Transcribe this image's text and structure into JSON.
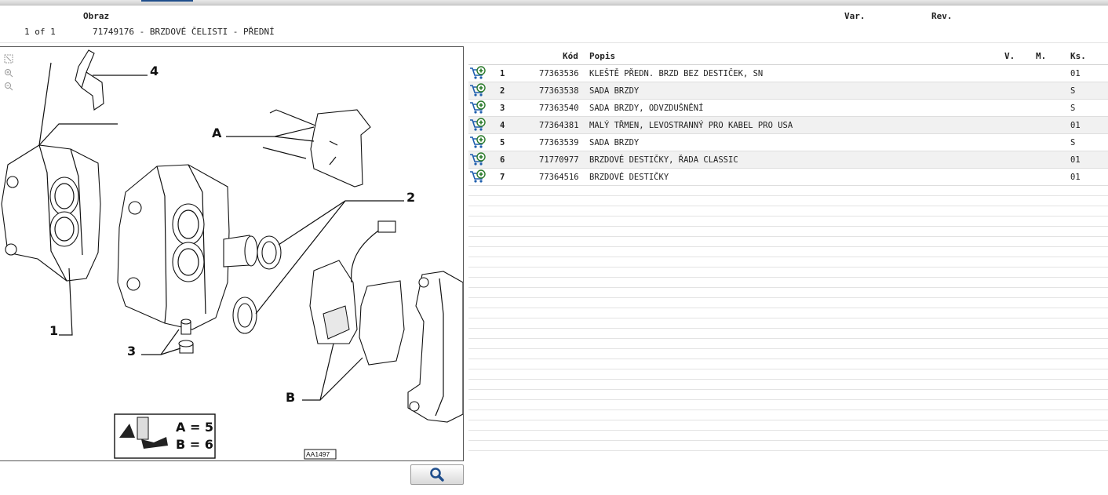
{
  "header": {
    "col_image": "Obraz",
    "col_var": "Var.",
    "col_rev": "Rev.",
    "page_count": "1 of 1",
    "title": "71749176 - BRZDOVÉ ČELISTI - PŘEDNÍ"
  },
  "drawing": {
    "callouts": [
      "1",
      "2",
      "3",
      "4",
      "A",
      "B"
    ],
    "legend_a": "A = 5",
    "legend_b": "B = 6",
    "ref_code": "AA1497",
    "tools": [
      "fit-icon",
      "zoom-in-icon",
      "zoom-out-icon"
    ]
  },
  "zoom_button": {
    "icon": "magnifier-icon"
  },
  "table": {
    "columns": {
      "code": "Kód",
      "description": "Popis",
      "v": "V.",
      "m": "M.",
      "qty": "Ks."
    },
    "rows": [
      {
        "pos": "1",
        "code": "77363536",
        "description": "KLEŠTĚ PŘEDN. BRZD BEZ DESTIČEK, SN",
        "v": "",
        "m": "",
        "qty": "01"
      },
      {
        "pos": "2",
        "code": "77363538",
        "description": "SADA BRZDY",
        "v": "",
        "m": "",
        "qty": "S"
      },
      {
        "pos": "3",
        "code": "77363540",
        "description": "SADA BRZDY, ODVZDUŠNĚNÍ",
        "v": "",
        "m": "",
        "qty": "S"
      },
      {
        "pos": "4",
        "code": "77364381",
        "description": "MALÝ TŘMEN, LEVOSTRANNÝ PRO KABEL PRO USA",
        "v": "",
        "m": "",
        "qty": "01"
      },
      {
        "pos": "5",
        "code": "77363539",
        "description": "SADA BRZDY",
        "v": "",
        "m": "",
        "qty": "S"
      },
      {
        "pos": "6",
        "code": "71770977",
        "description": "BRZDOVÉ DESTIČKY, ŘADA CLASSIC",
        "v": "",
        "m": "",
        "qty": "01"
      },
      {
        "pos": "7",
        "code": "77364516",
        "description": "BRZDOVÉ DESTIČKY",
        "v": "",
        "m": "",
        "qty": "01"
      }
    ]
  },
  "colors": {
    "cart_icon": "#1f5fae",
    "cart_plus": "#2a7a2a",
    "alt_row": "#f1f1f1"
  }
}
